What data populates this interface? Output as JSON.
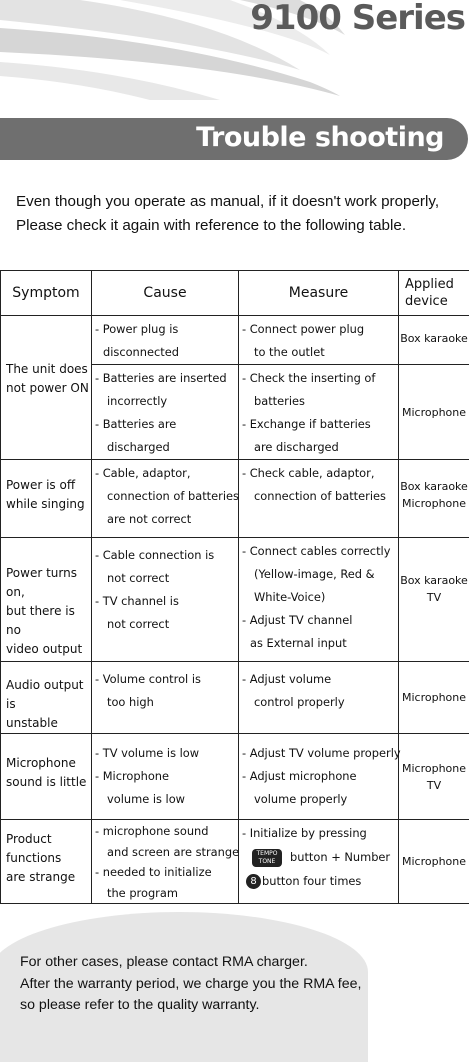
{
  "header": {
    "series_title": "9100 Series"
  },
  "banner": {
    "title": "Trouble shooting"
  },
  "intro": {
    "line1": "Even though you operate as manual, if it doesn't work properly,",
    "line2": "Please check it again with reference to the following table."
  },
  "table": {
    "headers": {
      "symptom": "Symptom",
      "cause": "Cause",
      "measure": "Measure",
      "device_line1": "Applied",
      "device_line2": "device"
    },
    "rows": [
      {
        "symptom": [
          "The unit does",
          "not power ON"
        ],
        "sub": [
          {
            "cause": [
              "- Power plug is",
              "disconnected"
            ],
            "measure": [
              "- Connect power plug",
              "to the outlet"
            ],
            "device": [
              "Box karaoke"
            ]
          },
          {
            "cause": [
              "- Batteries are inserted",
              "incorrectly",
              "- Batteries are",
              "discharged"
            ],
            "measure": [
              "- Check the inserting of",
              "batteries",
              "- Exchange if batteries",
              "are discharged"
            ],
            "device": [
              "Microphone"
            ]
          }
        ]
      },
      {
        "symptom": [
          "Power is off",
          "while singing"
        ],
        "cause": [
          "- Cable, adaptor,",
          "connection of batteries",
          "are not correct"
        ],
        "measure": [
          "- Check cable, adaptor,",
          "connection of batteries"
        ],
        "device": [
          "Box karaoke",
          "Microphone"
        ]
      },
      {
        "symptom": [
          "Power turns on,",
          "but there is no",
          "video output"
        ],
        "cause": [
          "- Cable connection is",
          "not correct",
          "- TV channel is",
          "not correct"
        ],
        "measure": [
          "- Connect cables correctly",
          "(Yellow-image, Red &",
          "White-Voice)",
          "- Adjust TV channel",
          "as External input"
        ],
        "device": [
          "Box karaoke",
          "TV"
        ]
      },
      {
        "symptom": [
          "Audio output is",
          "unstable"
        ],
        "cause": [
          "- Volume control is",
          "too high"
        ],
        "measure": [
          "- Adjust volume",
          "control properly"
        ],
        "device": [
          "Microphone"
        ]
      },
      {
        "symptom": [
          "Microphone",
          "sound is little"
        ],
        "cause": [
          "- TV volume is low",
          "- Microphone",
          "volume is low"
        ],
        "measure": [
          "- Adjust TV volume properly",
          "- Adjust  microphone",
          "volume properly"
        ],
        "device": [
          "Microphone",
          "TV"
        ]
      },
      {
        "symptom": [
          "Product",
          "functions",
          "are strange"
        ],
        "cause": [
          "- microphone sound",
          "and screen are strange",
          "- needed to initialize",
          "the program"
        ],
        "measure": [
          "- Initialize by pressing",
          "button + Number",
          "button four times"
        ],
        "measure_icons": {
          "button_top": "TEMPO",
          "button_bottom": "TONE",
          "number": "8"
        },
        "device": [
          "Microphone"
        ]
      }
    ]
  },
  "footer": {
    "line1": "For other cases, please contact RMA charger.",
    "line2": "After the warranty period, we charge you the RMA fee,",
    "line3": "so please refer to the quality warranty."
  }
}
